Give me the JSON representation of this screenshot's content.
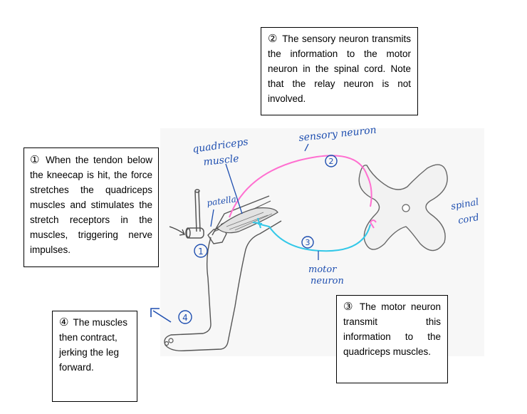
{
  "steps": [
    {
      "marker": "①",
      "text": "When the tendon below the kneecap is hit, the force stretches the quadriceps muscles and stimulates the stretch receptors in the muscles, triggering nerve impulses."
    },
    {
      "marker": "②",
      "text": "The sensory neuron transmits the information to the motor neuron in the spinal cord. Note that the relay neuron is not involved."
    },
    {
      "marker": "③",
      "text": "The motor neuron transmit this information to the quadriceps muscles."
    },
    {
      "marker": "④",
      "text": "The muscles then contract, jerking the leg forward."
    }
  ],
  "labels": {
    "quadriceps_1": "quadriceps",
    "quadriceps_2": "muscle",
    "patella": "patella",
    "sensory_neuron": "sensory neuron",
    "motor_1": "motor",
    "motor_2": "neuron",
    "spinal_1": "spinal",
    "spinal_2": "cord",
    "m1": "1",
    "m2": "2",
    "m3": "3",
    "m4": "4"
  },
  "colors": {
    "sensory": "#ff6fd0",
    "motor": "#33c8e8",
    "pen": "#1f4fb0"
  }
}
